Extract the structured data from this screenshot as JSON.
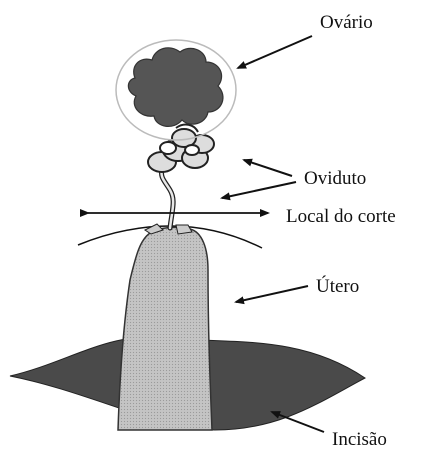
{
  "labels": {
    "ovario": "Ovário",
    "oviduto": "Oviduto",
    "local_corte": "Local do corte",
    "utero": "Útero",
    "incisao": "Incisão"
  },
  "colors": {
    "ovary_fill": "#555555",
    "uterus_fill": "#bdbdbd",
    "incision_fill": "#4a4a4a",
    "line": "#111111"
  }
}
